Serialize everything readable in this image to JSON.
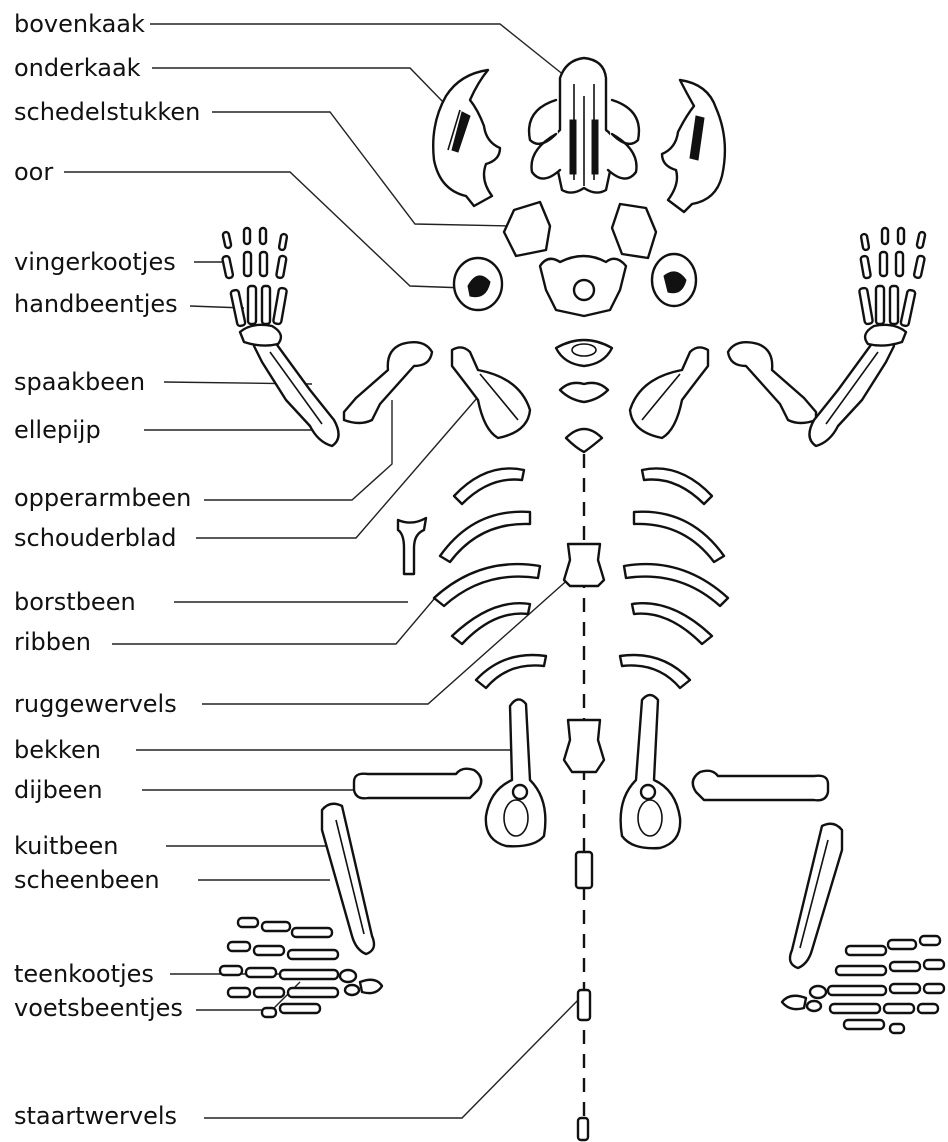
{
  "labels": {
    "bovenkaak": "bovenkaak",
    "onderkaak": "onderkaak",
    "schedelstukken": "schedelstukken",
    "oor": "oor",
    "vingerkootjes": "vingerkootjes",
    "handbeentjes": "handbeentjes",
    "spaakbeen": "spaakbeen",
    "ellepijp": "ellepijp",
    "opperarmbeen": "opperarmbeen",
    "schouderblad": "schouderblad",
    "borstbeen": "borstbeen",
    "ribben": "ribben",
    "ruggewervels": "ruggewervels",
    "bekken": "bekken",
    "dijbeen": "dijbeen",
    "kuitbeen": "kuitbeen",
    "scheenbeen": "scheenbeen",
    "teenkootjes": "teenkootjes",
    "voetsbeentjes": "voetsbeentjes",
    "staartwervels": "staartwervels"
  }
}
